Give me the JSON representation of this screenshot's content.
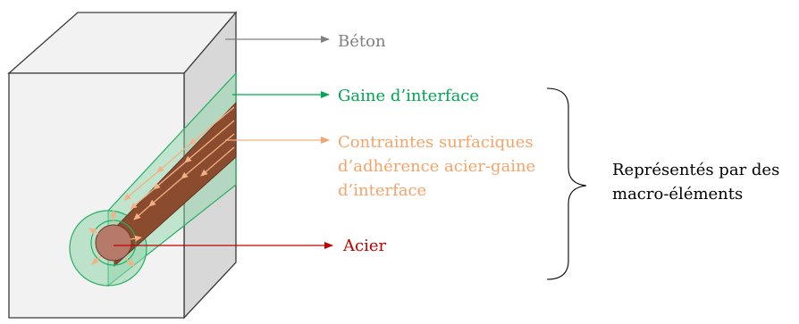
{
  "colors": {
    "block_face": "#f2f2f2",
    "block_side": "#d8d8d8",
    "block_stroke": "#3a3a3a",
    "sheath_fill": "#8fd6ab",
    "sheath_stroke": "#27ae60",
    "steel_fill": "#8a4b2e",
    "steel_core": "#b57a6a",
    "stress_arrow": "#f4b183",
    "beton_text": "#808080",
    "gaine_text": "#00a651",
    "contraintes_text": "#f4a46a",
    "acier_text": "#c00000",
    "rep_text": "#000000",
    "brace": "#000000"
  },
  "labels": {
    "beton": "Béton",
    "gaine": "Gaine d’interface",
    "contraintes": [
      "Contraintes surfaciques",
      "d’adhérence acier-gaine",
      "d’interface"
    ],
    "acier": "Acier",
    "representes": [
      "Représentés par des",
      "macro-éléments"
    ]
  }
}
